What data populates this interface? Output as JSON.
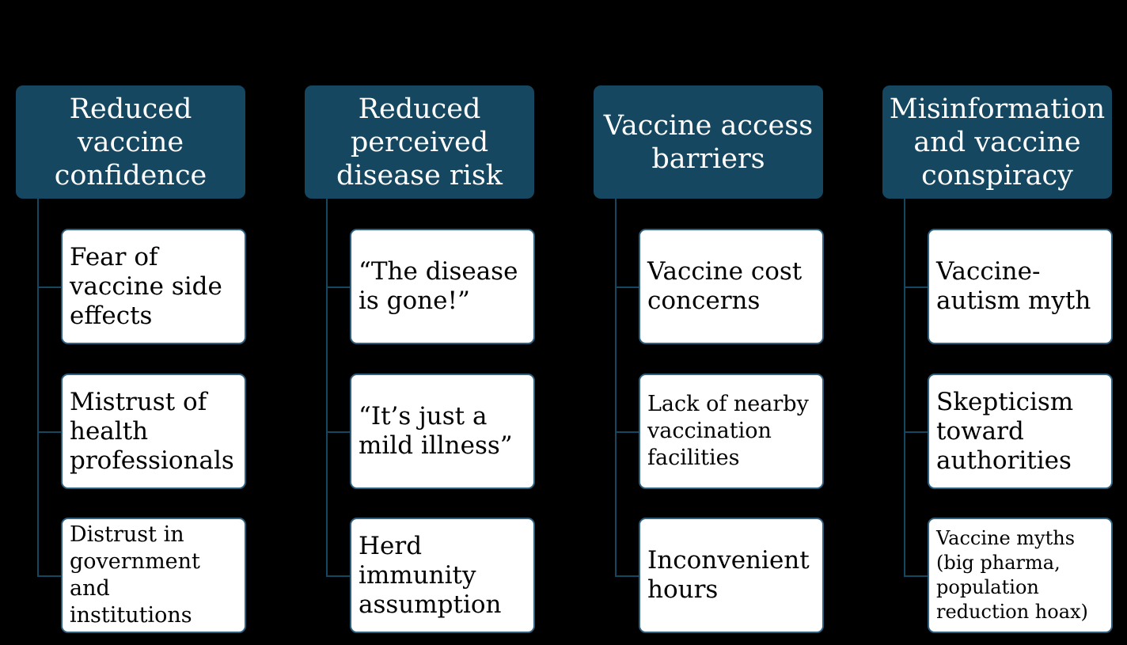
{
  "colors": {
    "background": "#000000",
    "header_fill": "#164760",
    "header_text": "#ffffff",
    "connector": "#164760",
    "item_fill": "#ffffff",
    "item_border": "#2f6080",
    "item_text": "#000000"
  },
  "columns": [
    {
      "header": "Reduced\nvaccine\nconfidence",
      "items": [
        "Fear of\nvaccine side\neffects",
        "Mistrust of\nhealth\nprofessionals",
        "Distrust in\ngovernment\nand\ninstitutions"
      ]
    },
    {
      "header": "Reduced\nperceived\ndisease risk",
      "items": [
        "“The disease\nis gone!”",
        "“It’s just a\nmild illness”",
        "Herd\nimmunity\nassumption"
      ]
    },
    {
      "header": "Vaccine access\nbarriers",
      "items": [
        "Vaccine cost\nconcerns",
        "Lack of nearby\nvaccination\nfacilities",
        "Inconvenient\nhours"
      ]
    },
    {
      "header": "Misinformation\nand vaccine\nconspiracy",
      "items": [
        "Vaccine-\nautism myth",
        "Skepticism\ntoward\nauthorities",
        "Vaccine myths\n(big pharma,\npopulation\nreduction hoax)"
      ]
    }
  ]
}
